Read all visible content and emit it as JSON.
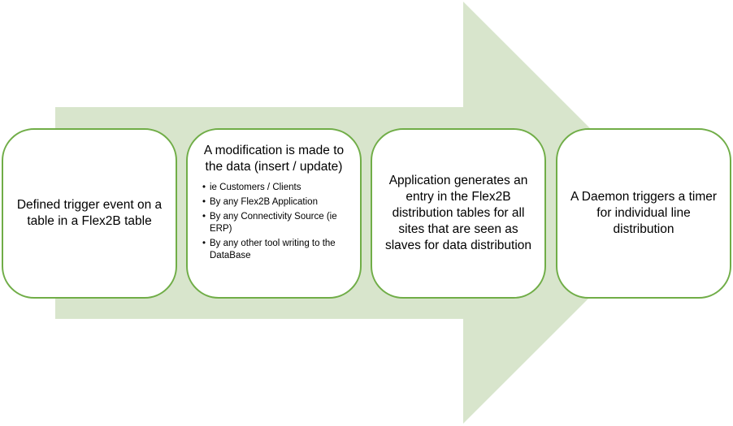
{
  "colors": {
    "arrow_fill": "#d8e5cc",
    "box_border": "#70ad47",
    "box_fill": "#ffffff",
    "text": "#000000"
  },
  "steps": [
    {
      "text": "Defined trigger event on a table in a Flex2B table"
    },
    {
      "heading": "A modification is made to the data (insert / update)",
      "bullets": [
        "ie Customers / Clients",
        "By any Flex2B Application",
        "By any Connectivity Source (ie ERP)",
        "By any other tool writing to the DataBase"
      ]
    },
    {
      "text": "Application generates an entry in the Flex2B distribution tables for all sites that are seen as slaves for data distribution"
    },
    {
      "text": "A Daemon triggers a timer for individual line distribution"
    }
  ]
}
